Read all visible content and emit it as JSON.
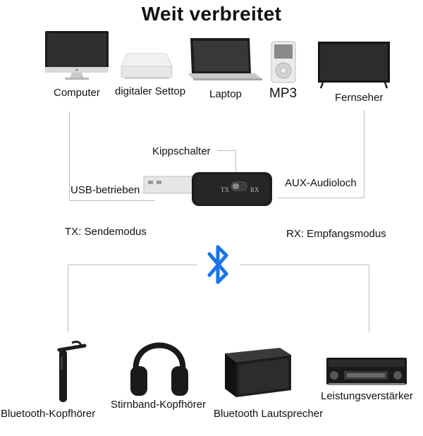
{
  "title": "Weit verbreitet",
  "sources": [
    {
      "label": "Computer",
      "icon": "computer-icon"
    },
    {
      "label": "digitaler Settop",
      "icon": "settop-box-icon"
    },
    {
      "label": "Laptop",
      "icon": "laptop-icon"
    },
    {
      "label": "MP3",
      "icon": "mp3-player-icon"
    },
    {
      "label": "Fernseher",
      "icon": "tv-icon"
    }
  ],
  "device": {
    "switch_label": "Kippschalter",
    "usb_label": "USB-betrieben",
    "aux_label": "AUX-Audioloch",
    "tx_mark": "TX",
    "rx_mark": "RX"
  },
  "modes": {
    "tx": "TX: Sendemodus",
    "rx": "RX: Empfangsmodus"
  },
  "bluetooth_color": "#1a73e8",
  "sinks": [
    {
      "label": "Bluetooth-Kopfhörer",
      "icon": "bluetooth-earpiece-icon"
    },
    {
      "label": "Stirnband-Kopfhörer",
      "icon": "headband-headphones-icon"
    },
    {
      "label": "Bluetooth Lautsprecher",
      "icon": "bluetooth-speaker-icon"
    },
    {
      "label": "Leistungsverstärker",
      "icon": "amplifier-icon"
    }
  ]
}
